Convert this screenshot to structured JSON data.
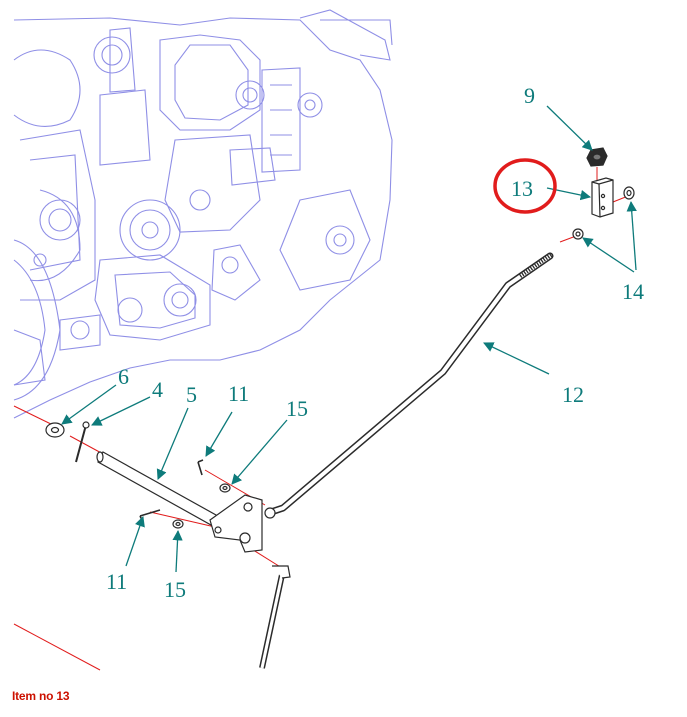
{
  "colors": {
    "engine_line": "#8f8fe6",
    "part_line": "#2b2b2b",
    "leader": "#0e7b7b",
    "centerline": "#e11c1c",
    "highlight": "#e11c1c",
    "caption": "#cc1100"
  },
  "callouts": {
    "item_4": "4",
    "item_5": "5",
    "item_6": "6",
    "item_9": "9",
    "item_11_top": "11",
    "item_11_bottom": "11",
    "item_12": "12",
    "item_13": "13",
    "item_14": "14",
    "item_15_top": "15",
    "item_15_bottom": "15"
  },
  "highlighted_item": "13",
  "caption": "Item no 13"
}
